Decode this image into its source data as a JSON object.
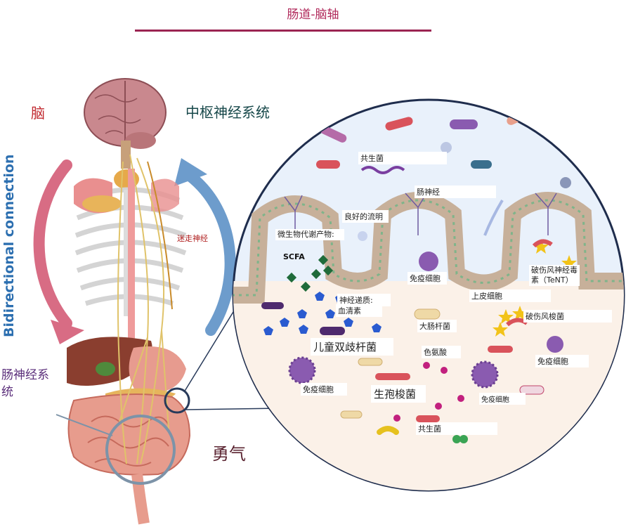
{
  "title": "肠道-脑轴",
  "left": {
    "brain": "脑",
    "cns": "中枢神经系统",
    "bidirectional": "Bidirectional connection",
    "vagus": "迷走神经",
    "ens": "肠神经系统",
    "courage": "勇气"
  },
  "circle": {
    "commensal_top": "共生菌",
    "gut_nerve": "肠神经",
    "good_flow": "良好的流明",
    "metabolites": "微生物代谢产物:",
    "scfa": "SCFA",
    "immune_cell_1": "免疫细胞",
    "epithelial": "上皮细胞",
    "tent": "破伤风神经毒素（TeNT）",
    "neurotransmitter": "神经递质:",
    "serotonin": "血清素",
    "clostridium_tetani": "破伤风梭菌",
    "e_coli": "大肠杆菌",
    "bifido": "儿童双歧杆菌",
    "tryptophan": "色氨酸",
    "immune_cell_2": "免疫细胞",
    "immune_cell_3": "免疫细胞",
    "spore": "生孢梭菌",
    "immune_cell_4": "免疫细胞",
    "commensal_bottom": "共生菌"
  },
  "colors": {
    "title": "#b0285a",
    "cns": "#17484a",
    "bidirectional": "#2c6fb0",
    "ens": "#5a2d7a",
    "scfa_diamond": "#1f6b3a",
    "neurotransmitter_pentagon": "#2a5bd0",
    "tryptophan_dot": "#c2207e",
    "circle_bg": "#e9f1fb"
  }
}
